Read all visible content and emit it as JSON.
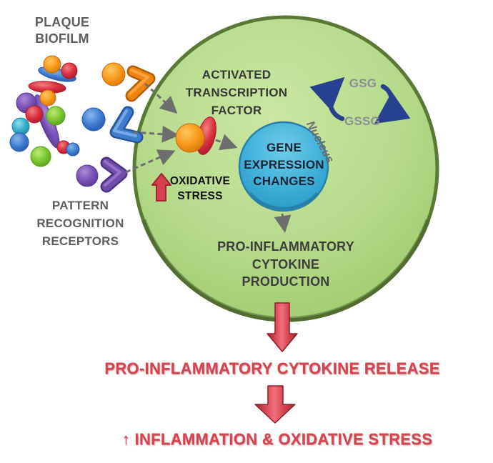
{
  "labels": {
    "plaque_biofilm": "PLAQUE\nBIOFILM",
    "pattern_recognition_receptors": "PATTERN\nRECOGNITION\nRECEPTORS",
    "activated_transcription_factor": "ACTIVATED\nTRANSCRIPTION\nFACTOR",
    "oxidative_stress": "OXIDATIVE\nSTRESS",
    "gene_expression_changes": "GENE\nEXPRESSION\nCHANGES",
    "nucleus": "Nucleus",
    "gsg": "GSG",
    "gssg": "GSSG",
    "cytokine_production": "PRO-INFLAMMATORY\nCYTOKINE\nPRODUCTION",
    "cytokine_release": "PRO-INFLAMMATORY CYTOKINE RELEASE",
    "inflammation_oxidative_stress": "↑ INFLAMMATION & OXIDATIVE STRESS"
  },
  "colors": {
    "cell_fill": "#b7da8b",
    "cell_border": "#5a7935",
    "nucleus_fill": "#3fb0d9",
    "nucleus_border": "#2a80a8",
    "red_accent": "#d6454f",
    "red_arrow_dark": "#9c2530",
    "gsg_arrow_blue": "#27408f",
    "dashed_arrow_gray": "#6e6e6e",
    "receptor_orange": "#ef8511",
    "receptor_blue": "#3f7ccd",
    "receptor_purple": "#6f4daa",
    "label_gray": "#5e5e5e"
  }
}
